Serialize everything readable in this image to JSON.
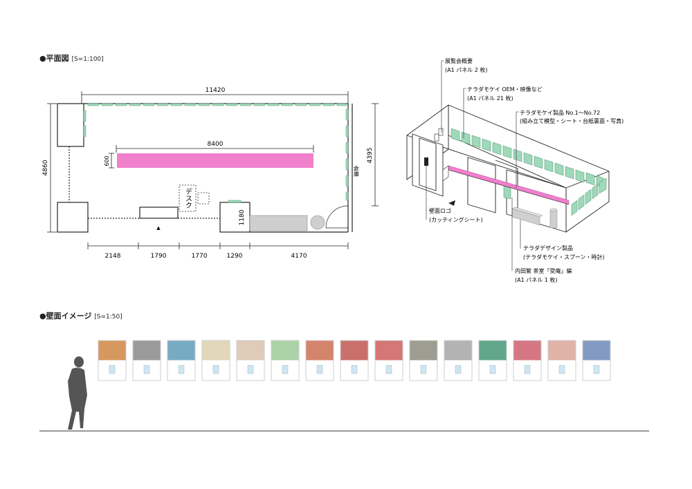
{
  "plan_section": {
    "title": "●平面図",
    "scale": "[S=1:100]",
    "dim_total_width": "11420",
    "dim_height": "4860",
    "dim_right_height": "4395",
    "dim_table_length": "8400",
    "dim_table_depth": "600",
    "dim_reception": "1180",
    "dims_bottom": [
      "2148",
      "1790",
      "1770",
      "1290",
      "4170"
    ],
    "label_desk": "デスク",
    "label_storage": "倉庫",
    "entrance_mark": "▲",
    "table_color": "#f07fcc",
    "panel_color": "#9ed9b9"
  },
  "iso_callouts": {
    "overview": {
      "line1": "展覧会概要",
      "line2": "(A1 パネル 2 枚)"
    },
    "oem": {
      "line1": "テラダモケイ OEM・映像など",
      "line2": "(A1 パネル 21 枚)"
    },
    "products": {
      "line1": "テラダモケイ製品 No.1～No.72",
      "line2": "(組み立て模型・シート・台紙裏面・写真)"
    },
    "logo": {
      "line1": "壁面ロゴ",
      "line2": "(カッティングシート)"
    },
    "design": {
      "line1": "テラダデザイン製品",
      "line2": "(テラダモケイ・スプーン・時計)"
    },
    "uchida": {
      "line1": "内田繁 茶室「受庵」編",
      "line2": "(A1 パネル 1 枚)"
    }
  },
  "elevation_section": {
    "title": "●壁面イメージ",
    "scale": "[S=1:50]",
    "panel_colors": [
      "#c8762a",
      "#7a7a7a",
      "#4a8fb0",
      "#d8c9a0",
      "#d6b8a0",
      "#8fc48a",
      "#c65b3a",
      "#b8403a",
      "#c74a4a",
      "#7c7c6c",
      "#9a9a9a",
      "#2e8a66",
      "#c74a5a",
      "#d49a8a",
      "#5a7ab0"
    ]
  }
}
